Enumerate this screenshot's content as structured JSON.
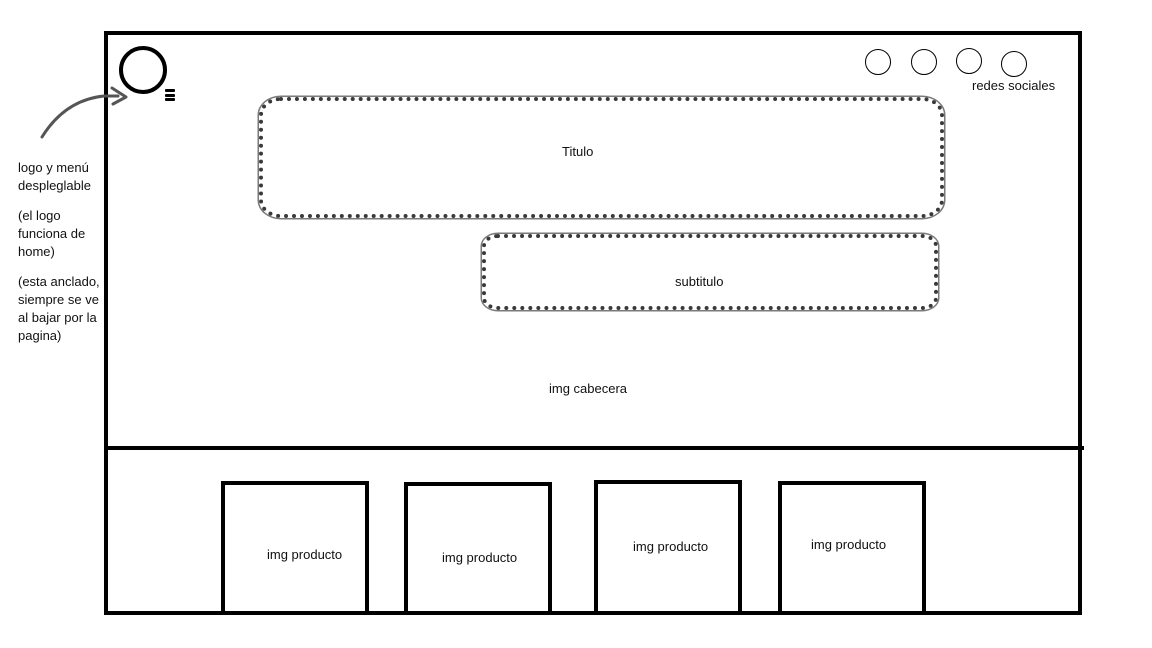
{
  "header": {
    "title_label": "Titulo",
    "subtitle_label": "subtitulo",
    "image_label": "img cabecera",
    "social_label": "redes sociales",
    "social_icons": [
      "social-circle-1",
      "social-circle-2",
      "social-circle-3",
      "social-circle-4"
    ]
  },
  "annotation": {
    "line1": "logo y menú despleglable",
    "line2": "(el logo funciona de home)",
    "line3": "(esta anclado, siempre se ve al bajar por la pagina)"
  },
  "products": [
    {
      "label": "img producto"
    },
    {
      "label": "img producto"
    },
    {
      "label": "img producto"
    },
    {
      "label": "img producto"
    }
  ],
  "colors": {
    "stroke": "#000000",
    "sketch": "#3a3a3a",
    "background": "#ffffff"
  }
}
